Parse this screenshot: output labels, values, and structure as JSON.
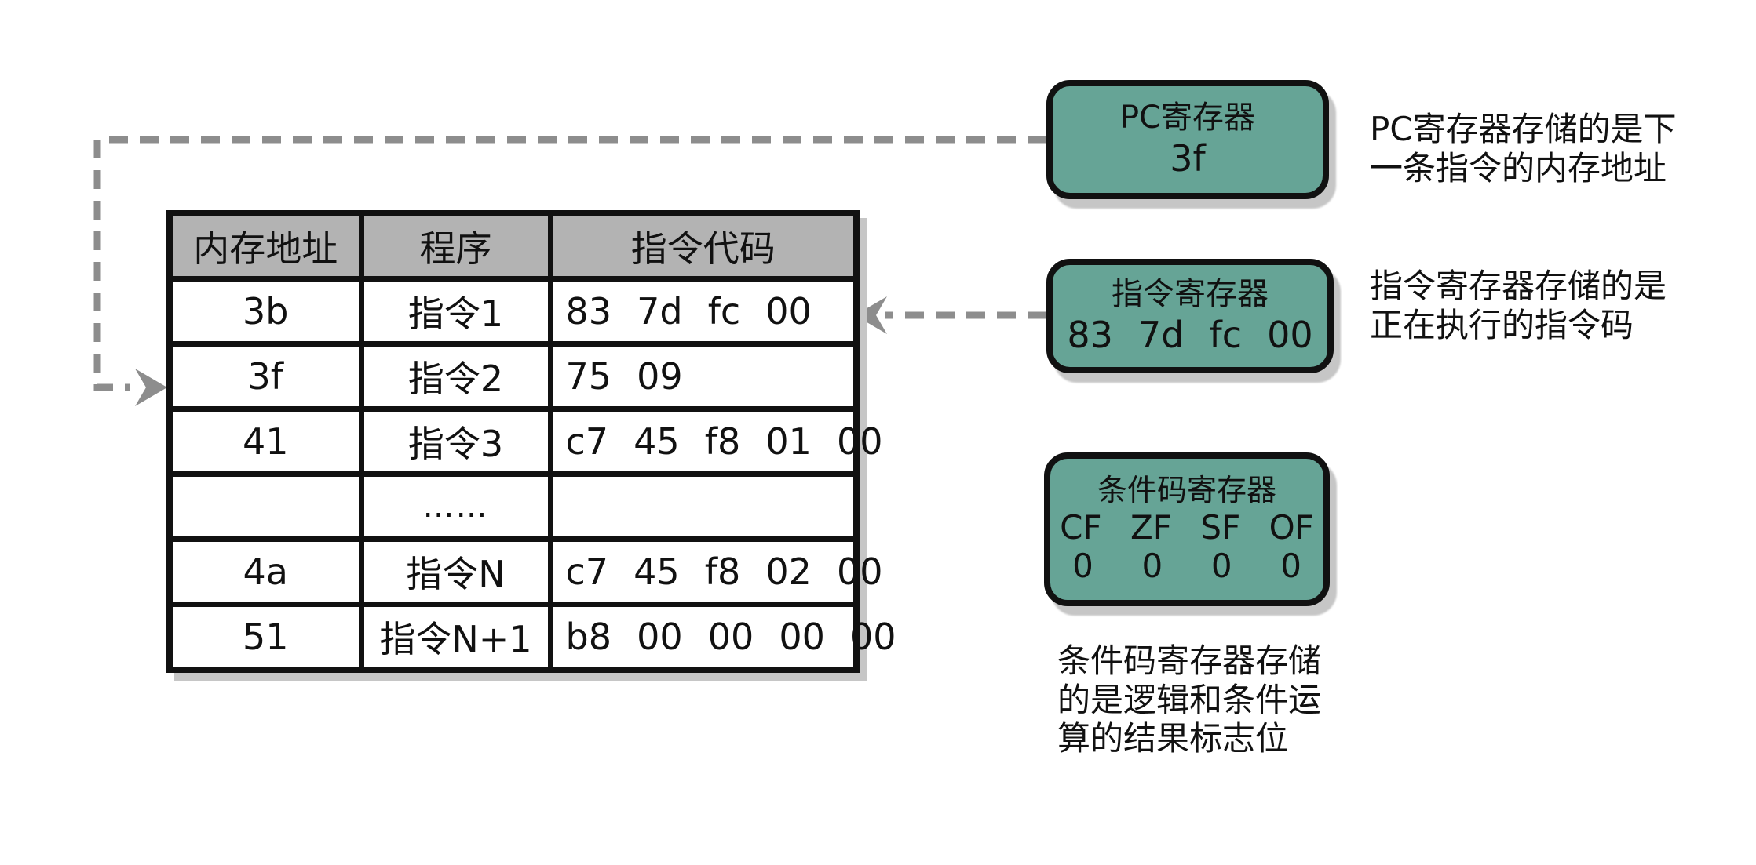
{
  "colors": {
    "bg": "#ffffff",
    "line": "#111111",
    "register-fill": "#66a496",
    "header-fill": "#b3b3b3",
    "dash": "#8d8d8d",
    "shadow": "#c6c6c6",
    "text": "#111111"
  },
  "memory_table": {
    "headers": {
      "address": "内存地址",
      "program": "程序",
      "code": "指令代码"
    },
    "rows": [
      {
        "address": "3b",
        "program": "指令1",
        "code": "83 7d fc 00"
      },
      {
        "address": "3f",
        "program": "指令2",
        "code": "75 09"
      },
      {
        "address": "41",
        "program": "指令3",
        "code": "c7 45 f8 01 00"
      },
      {
        "address": "",
        "program": "……",
        "code": ""
      },
      {
        "address": "4a",
        "program": "指令N",
        "code": "c7 45 f8 02 00"
      },
      {
        "address": "51",
        "program": "指令N+1",
        "code": "b8 00 00 00 00"
      }
    ]
  },
  "registers": {
    "pc": {
      "title": "PC寄存器",
      "value": "3f"
    },
    "ir": {
      "title": "指令寄存器",
      "value": "83 7d fc 00"
    },
    "ccr": {
      "title": "条件码寄存器",
      "flags": "CF ZF SF OF",
      "flag_values": "0 0 0 0"
    }
  },
  "annotations": {
    "pc": {
      "line1": "PC寄存器存储的是下",
      "line2": "一条指令的内存地址"
    },
    "ir": {
      "line1": "指令寄存器存储的是",
      "line2": "正在执行的指令码"
    },
    "ccr": {
      "line1": "条件码寄存器存储",
      "line2": "的是逻辑和条件运",
      "line3": "算的结果标志位"
    }
  }
}
